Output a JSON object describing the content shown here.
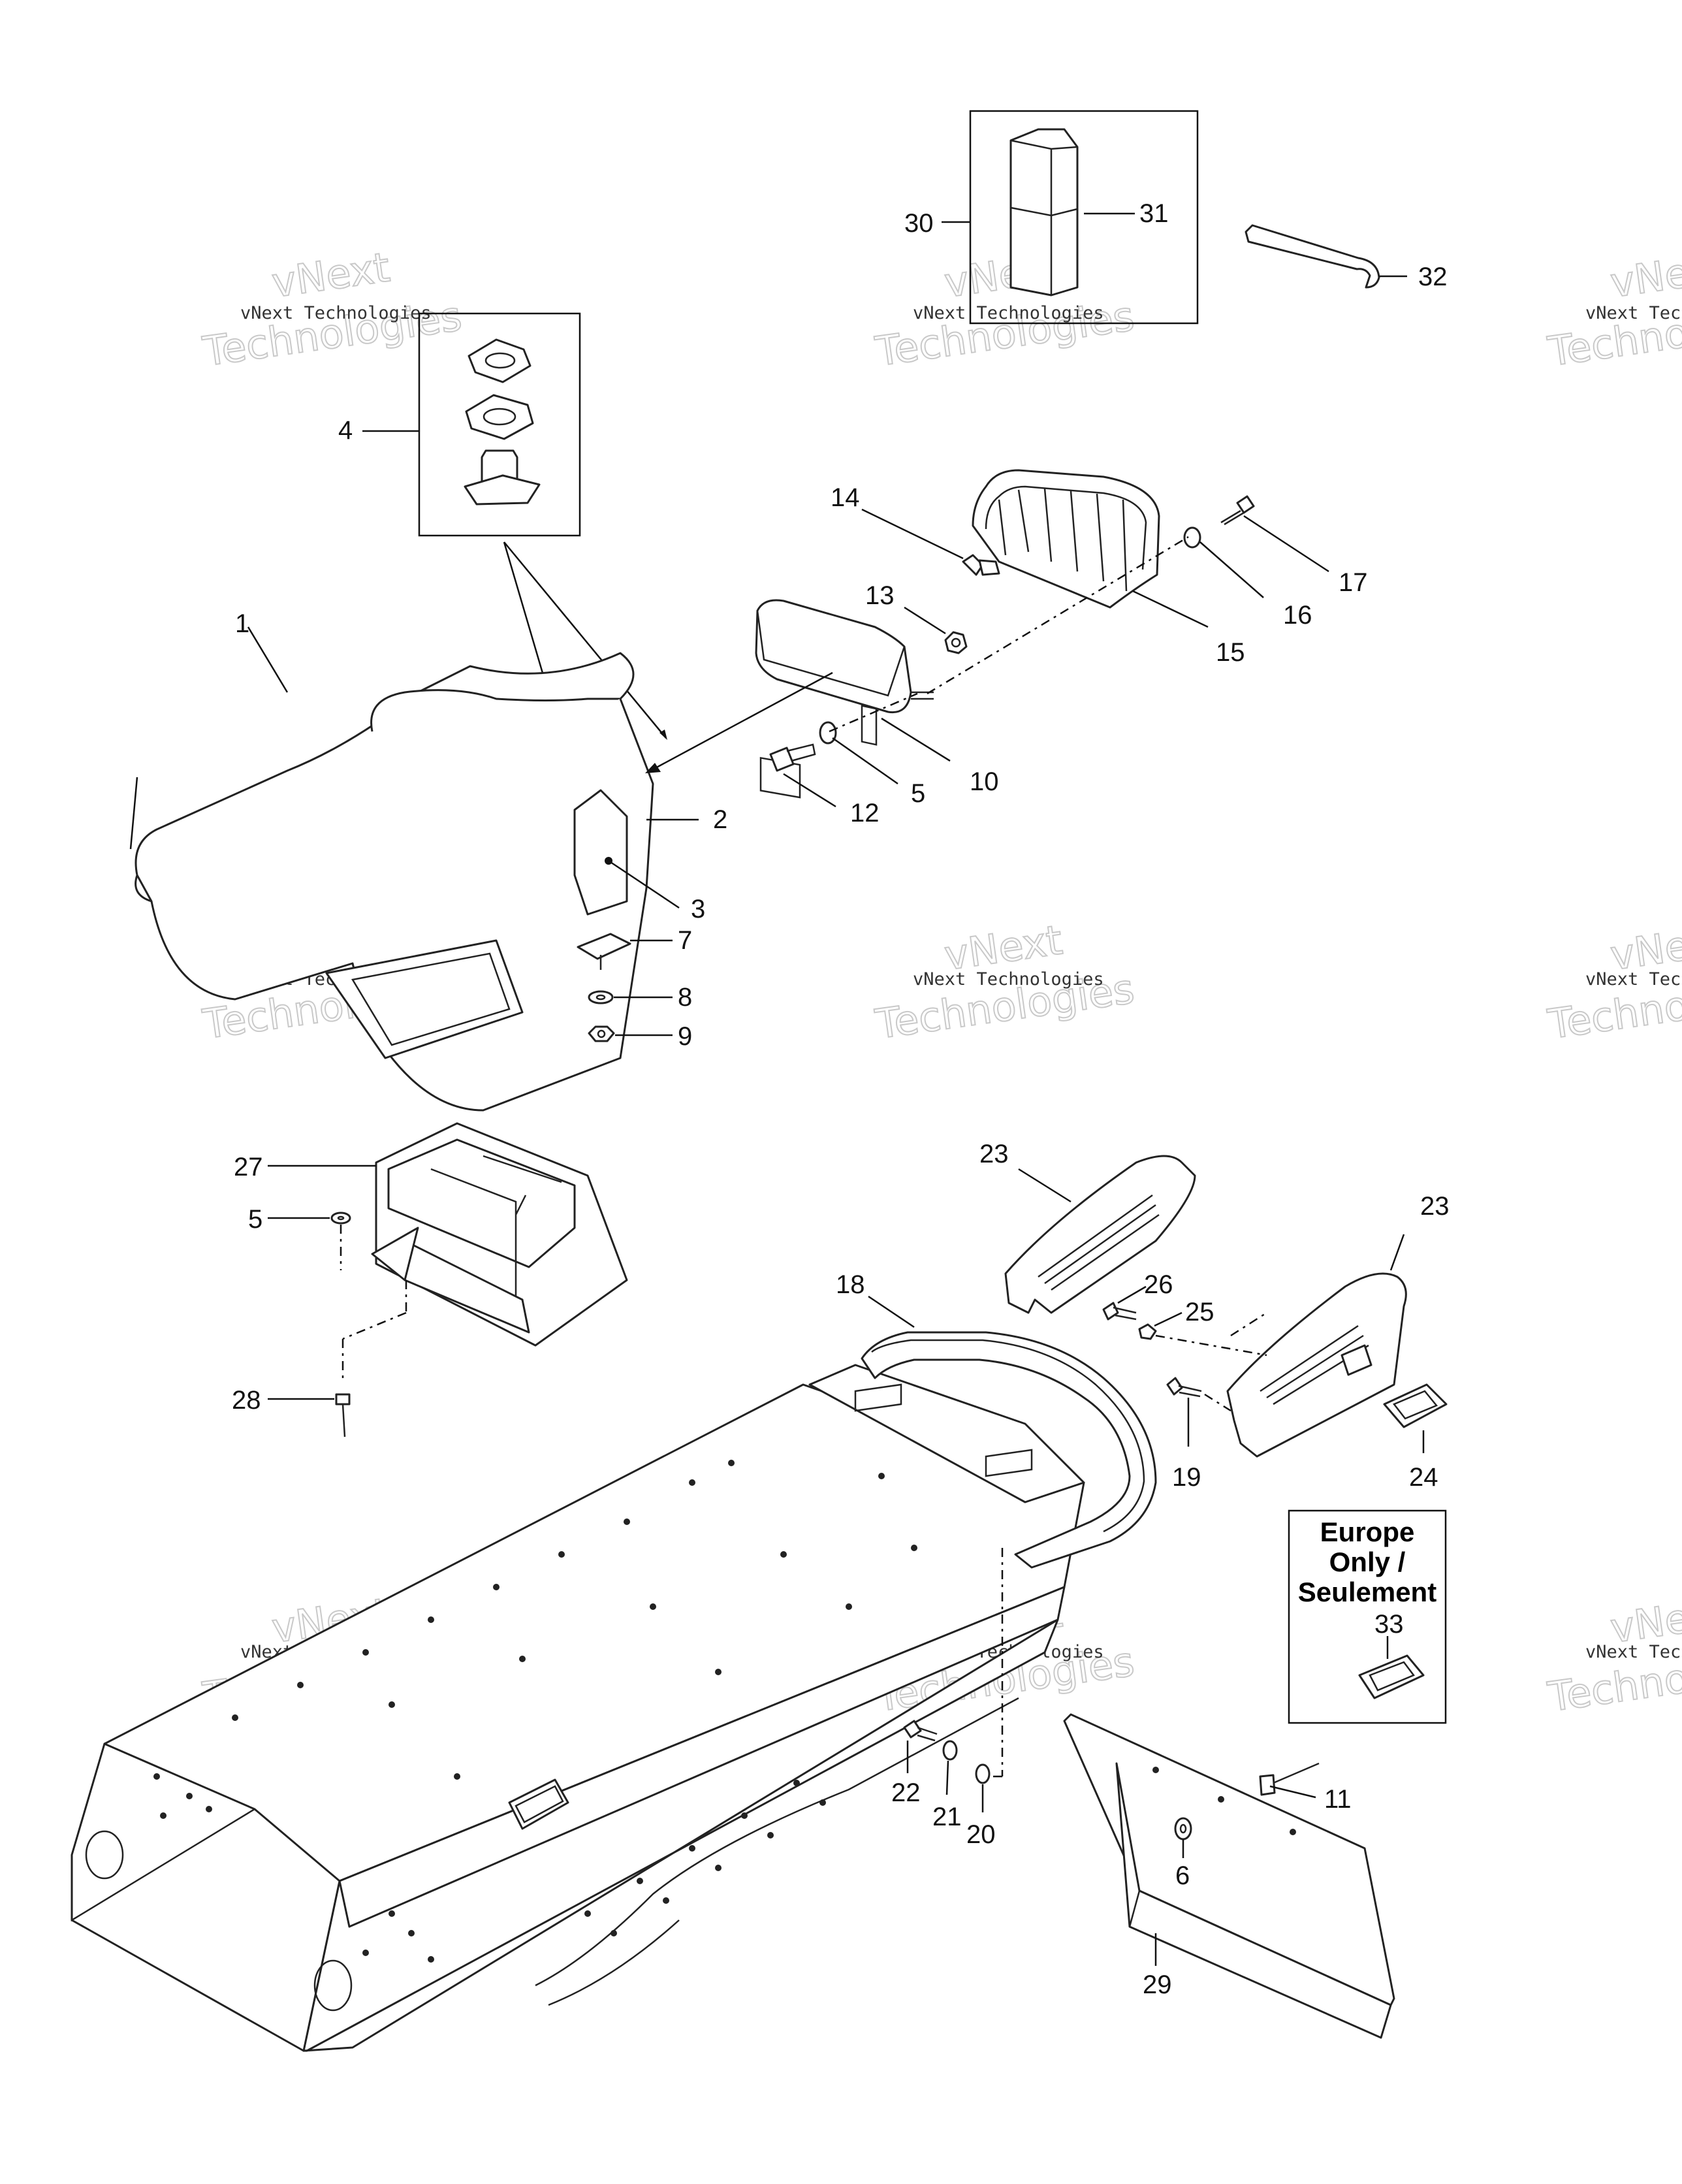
{
  "watermark": {
    "small": "vNext Technologies",
    "large": "Technologies",
    "top": "vNext"
  },
  "europe_note": {
    "line1": "Europe",
    "line2": "Only /",
    "line3": "Seulement"
  },
  "callouts": {
    "c1": "1",
    "c2": "2",
    "c3": "3",
    "c4": "4",
    "c5a": "5",
    "c5b": "5",
    "c6": "6",
    "c7": "7",
    "c8": "8",
    "c9": "9",
    "c10": "10",
    "c11": "11",
    "c12": "12",
    "c13": "13",
    "c14": "14",
    "c15": "15",
    "c16": "16",
    "c17": "17",
    "c18": "18",
    "c19": "19",
    "c20": "20",
    "c21": "21",
    "c22": "22",
    "c23a": "23",
    "c23b": "23",
    "c24": "24",
    "c25": "25",
    "c26": "26",
    "c27": "27",
    "c28": "28",
    "c29": "29",
    "c30": "30",
    "c31": "31",
    "c32": "32",
    "c33": "33"
  }
}
